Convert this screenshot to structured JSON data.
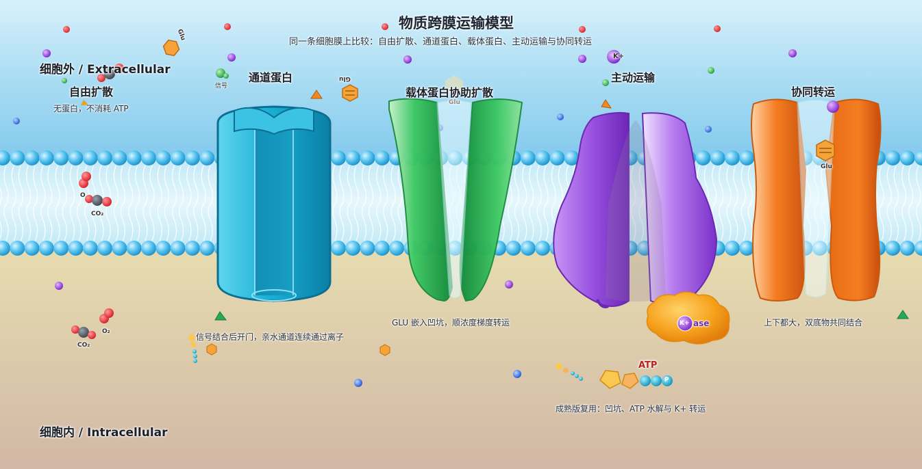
{
  "header": {
    "title": "物质跨膜运输模型",
    "subtitle": "同一条细胞膜上比较：自由扩散、通道蛋白、载体蛋白、主动运输与协同转运"
  },
  "regions": {
    "extracellular": "细胞外 / Extracellular",
    "intracellular": "细胞内 / Intracellular"
  },
  "sections": {
    "free_diffusion": {
      "title": "自由扩散",
      "caption": "无蛋白，不消耗 ATP"
    },
    "channel": {
      "title": "通道蛋白",
      "caption": "信号结合后开门，亲水通道连续通过离子"
    },
    "carrier": {
      "title": "载体蛋白协助扩散",
      "caption": "GLU 嵌入凹坑，顺浓度梯度转运"
    },
    "active": {
      "title": "主动运输",
      "caption": "成熟版复用：凹坑、ATP 水解与 K+ 转运"
    },
    "cotransport": {
      "title": "协同转运",
      "caption": "上下都大，双底物共同结合"
    }
  },
  "labels": {
    "co2": "CO₂",
    "o2": "O₂",
    "o_partial": "O",
    "signal": "信号",
    "glu": "Glu",
    "k_plus": "K+",
    "atp": "ATP",
    "atpase": "ase",
    "p": "P"
  },
  "colors": {
    "sky_top": "#bfe6f6",
    "sky_bottom": "#8fd0ef",
    "cytoplasm_top": "#e5dcae",
    "cytoplasm_bottom": "#d4bca6",
    "lipid_head": "#3fb2e6",
    "channel": "#1fb3d6",
    "carrier": "#2fbf5a",
    "pump": "#9a50e0",
    "cotransporter": "#f07820",
    "atpase": "#f5a020"
  }
}
